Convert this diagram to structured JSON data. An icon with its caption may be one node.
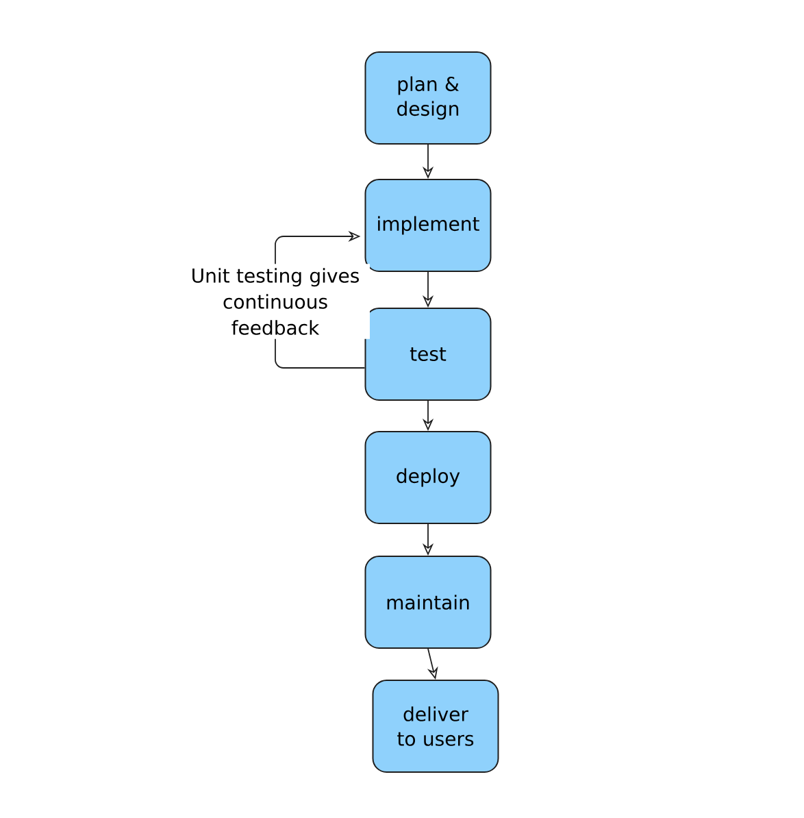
{
  "diagram": {
    "nodes": [
      {
        "text": [
          "plan & design"
        ]
      },
      {
        "text": [
          "implement"
        ]
      },
      {
        "text": [
          "test"
        ]
      },
      {
        "text": [
          "deploy"
        ]
      },
      {
        "text": [
          "maintain"
        ]
      },
      {
        "text": [
          "deliver to users"
        ]
      }
    ],
    "edges": [
      {
        "from": 0,
        "to": 1,
        "arrow": "to"
      },
      {
        "from": 1,
        "to": 2,
        "arrow": "to"
      },
      {
        "from": 2,
        "to": 3,
        "arrow": "to"
      },
      {
        "from": 3,
        "to": 4,
        "arrow": "to"
      },
      {
        "from": 4,
        "to": 5,
        "arrow": "to"
      },
      {
        "from": 2,
        "to": 1,
        "arrow": "to",
        "label": "Unit testing gives continuous feedback"
      }
    ]
  }
}
